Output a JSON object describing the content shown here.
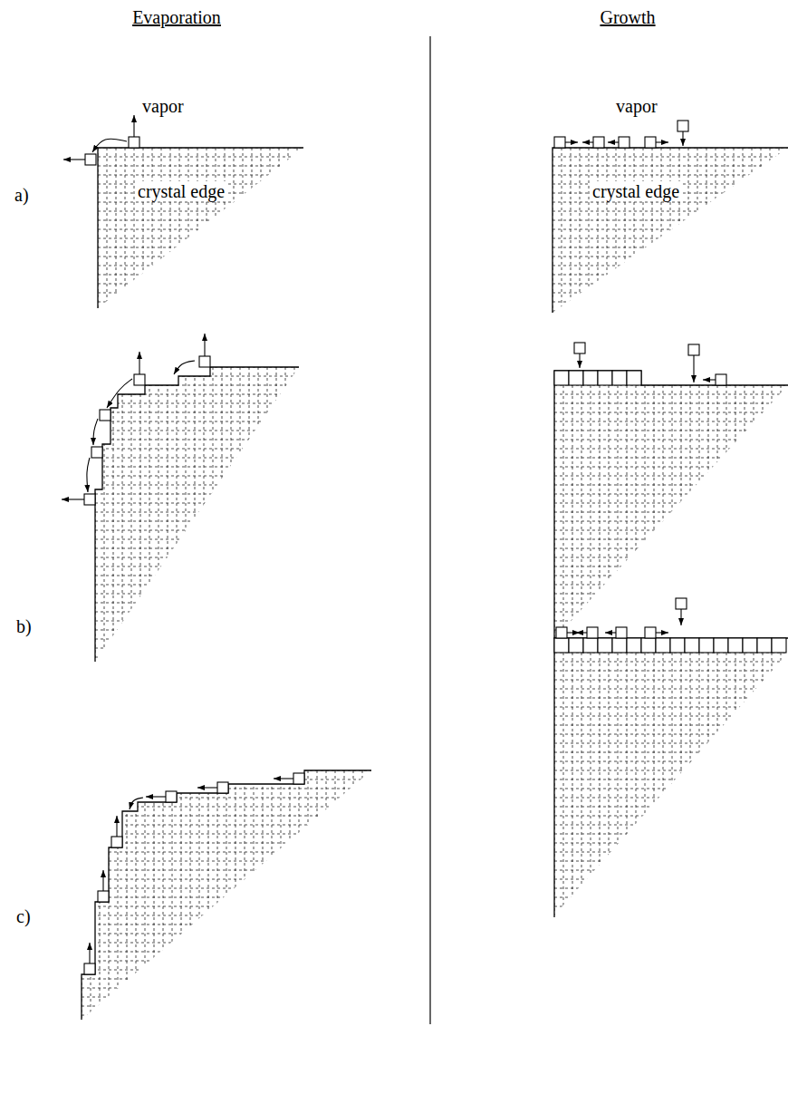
{
  "diagram": {
    "labels": [
      "Evaporation",
      "Growth",
      "vapor",
      "vapor",
      "a)",
      "crystal edge",
      "crystal edge",
      "b)",
      "c)"
    ]
  }
}
